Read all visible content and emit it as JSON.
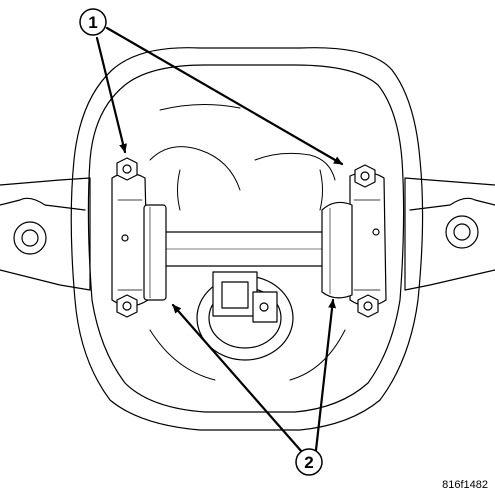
{
  "callouts": [
    {
      "label": "1",
      "target": "bearing-cap-bolts"
    },
    {
      "label": "2",
      "target": "bearing-caps"
    }
  ],
  "figure_id": "816f1482",
  "colors": {
    "line": "#000000",
    "background": "#ffffff",
    "shade": "#dcdcdc"
  }
}
